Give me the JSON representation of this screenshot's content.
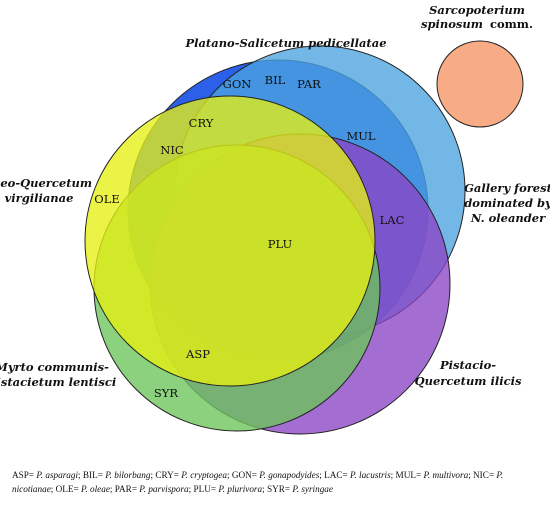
{
  "groups": {
    "platano": "Platano-Salicetum pedicellatae",
    "sarco_line1": "Sarcopoterium",
    "sarco_line2": "spinosum",
    "sarco_suffix": "comm.",
    "oleo_line1": "Oleo-Quercetum",
    "oleo_line2": "virgilianae",
    "gallery_line1": "Gallery forest",
    "gallery_line2": "dominated by",
    "gallery_line3": "N. oleander",
    "myrto_line1": "Myrto communis-",
    "myrto_line2": "Pistacietum lentisci",
    "pistacio_line1": "Pistacio-",
    "pistacio_line2": "Quercetum ilicis"
  },
  "species_labels": {
    "gon": "GON",
    "bil": "BIL",
    "par": "PAR",
    "cry": "CRY",
    "mul": "MUL",
    "nic": "NIC",
    "ole": "OLE",
    "lac": "LAC",
    "plu": "PLU",
    "asp": "ASP",
    "syr": "SYR"
  },
  "colors": {
    "platano": "#1a52e6",
    "gallery": "#4ca3e0",
    "pistacio": "#8a44c4",
    "myrto": "#6cc45a",
    "oleo": "#e6ef12",
    "sarco": "#f7ac86"
  },
  "legend": [
    {
      "abbr": "ASP",
      "species": "P. asparagi"
    },
    {
      "abbr": "BIL",
      "species": "P. bilorbang"
    },
    {
      "abbr": "CRY",
      "species": "P. cryptogea"
    },
    {
      "abbr": "GON",
      "species": "P. gonapodyides"
    },
    {
      "abbr": "LAC",
      "species": "P. lacustris"
    },
    {
      "abbr": "MUL",
      "species": "P. multivora"
    },
    {
      "abbr": "NIC",
      "species": "P. nicotianae"
    },
    {
      "abbr": "OLE",
      "species": "P. oleae"
    },
    {
      "abbr": "PAR",
      "species": "P. parvispora"
    },
    {
      "abbr": "PLU",
      "species": "P. plurivora"
    },
    {
      "abbr": "SYR",
      "species": "P. syringae"
    }
  ]
}
